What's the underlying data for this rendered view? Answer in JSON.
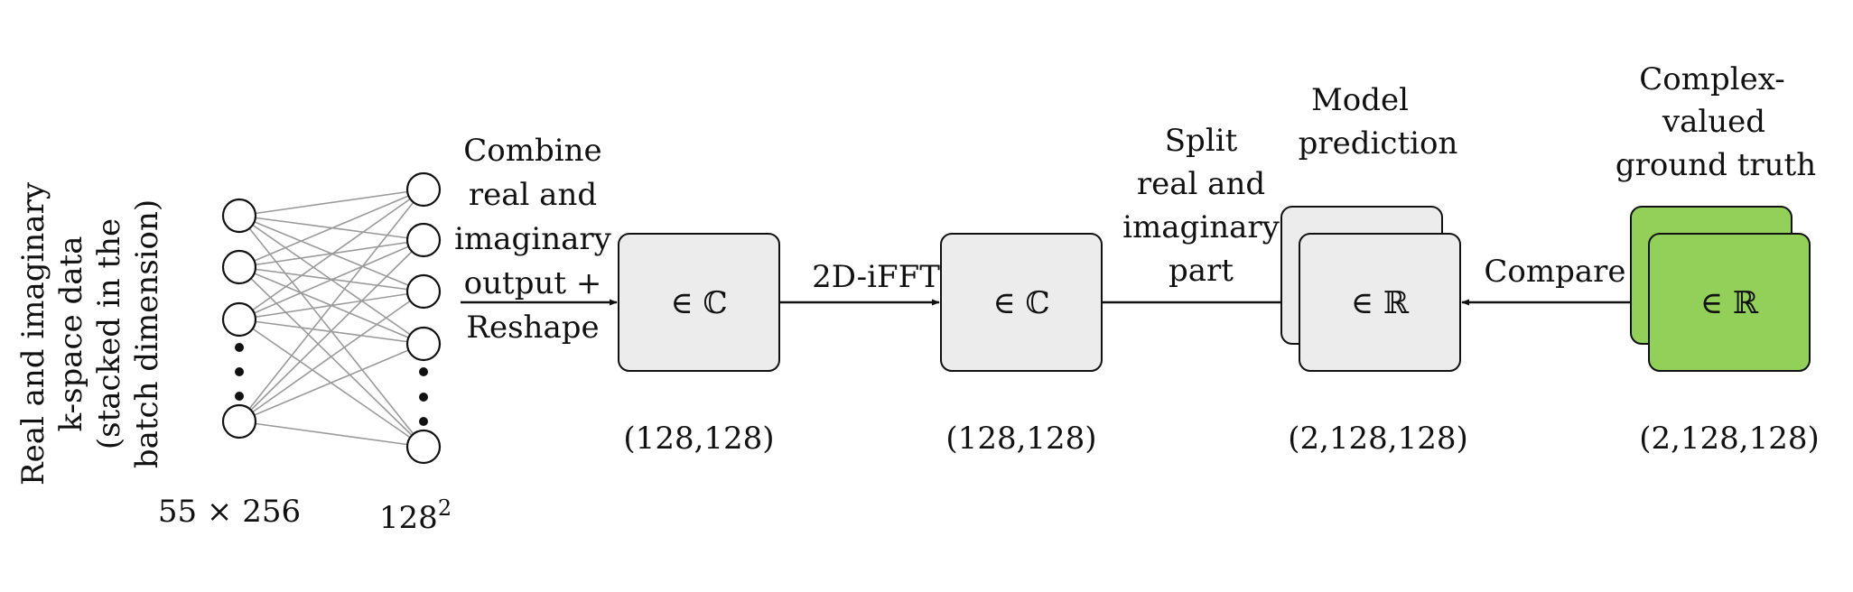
{
  "input_label": {
    "lines": [
      "Real and imaginary",
      "k-space data",
      "(stacked in the",
      "batch dimension)"
    ]
  },
  "network": {
    "input_size_label": "55 × 256",
    "output_size_label": "128",
    "output_size_exponent": "2"
  },
  "steps": {
    "combine": [
      "Combine",
      "real and",
      "imaginary",
      "output +",
      "Reshape"
    ],
    "ifft": "2D-iFFT",
    "split": [
      "Split",
      "real and",
      "imaginary",
      "part"
    ],
    "compare": "Compare"
  },
  "boxes": {
    "complex1": {
      "symbol": "∈ ℂ",
      "shape": "(128,128)"
    },
    "complex2": {
      "symbol": "∈ ℂ",
      "shape": "(128,128)"
    },
    "prediction": {
      "symbol": "∈ ℝ",
      "shape": "(2,128,128)",
      "title": [
        "Model",
        "prediction"
      ]
    },
    "ground_truth": {
      "symbol": "∈ ℝ",
      "shape": "(2,128,128)",
      "title": [
        "Complex-",
        "valued",
        "ground truth"
      ]
    }
  },
  "colors": {
    "box_fill": "#ececec",
    "ground_truth_fill": "#92d05a",
    "stroke": "#111111",
    "connection": "#9a9a9a"
  }
}
